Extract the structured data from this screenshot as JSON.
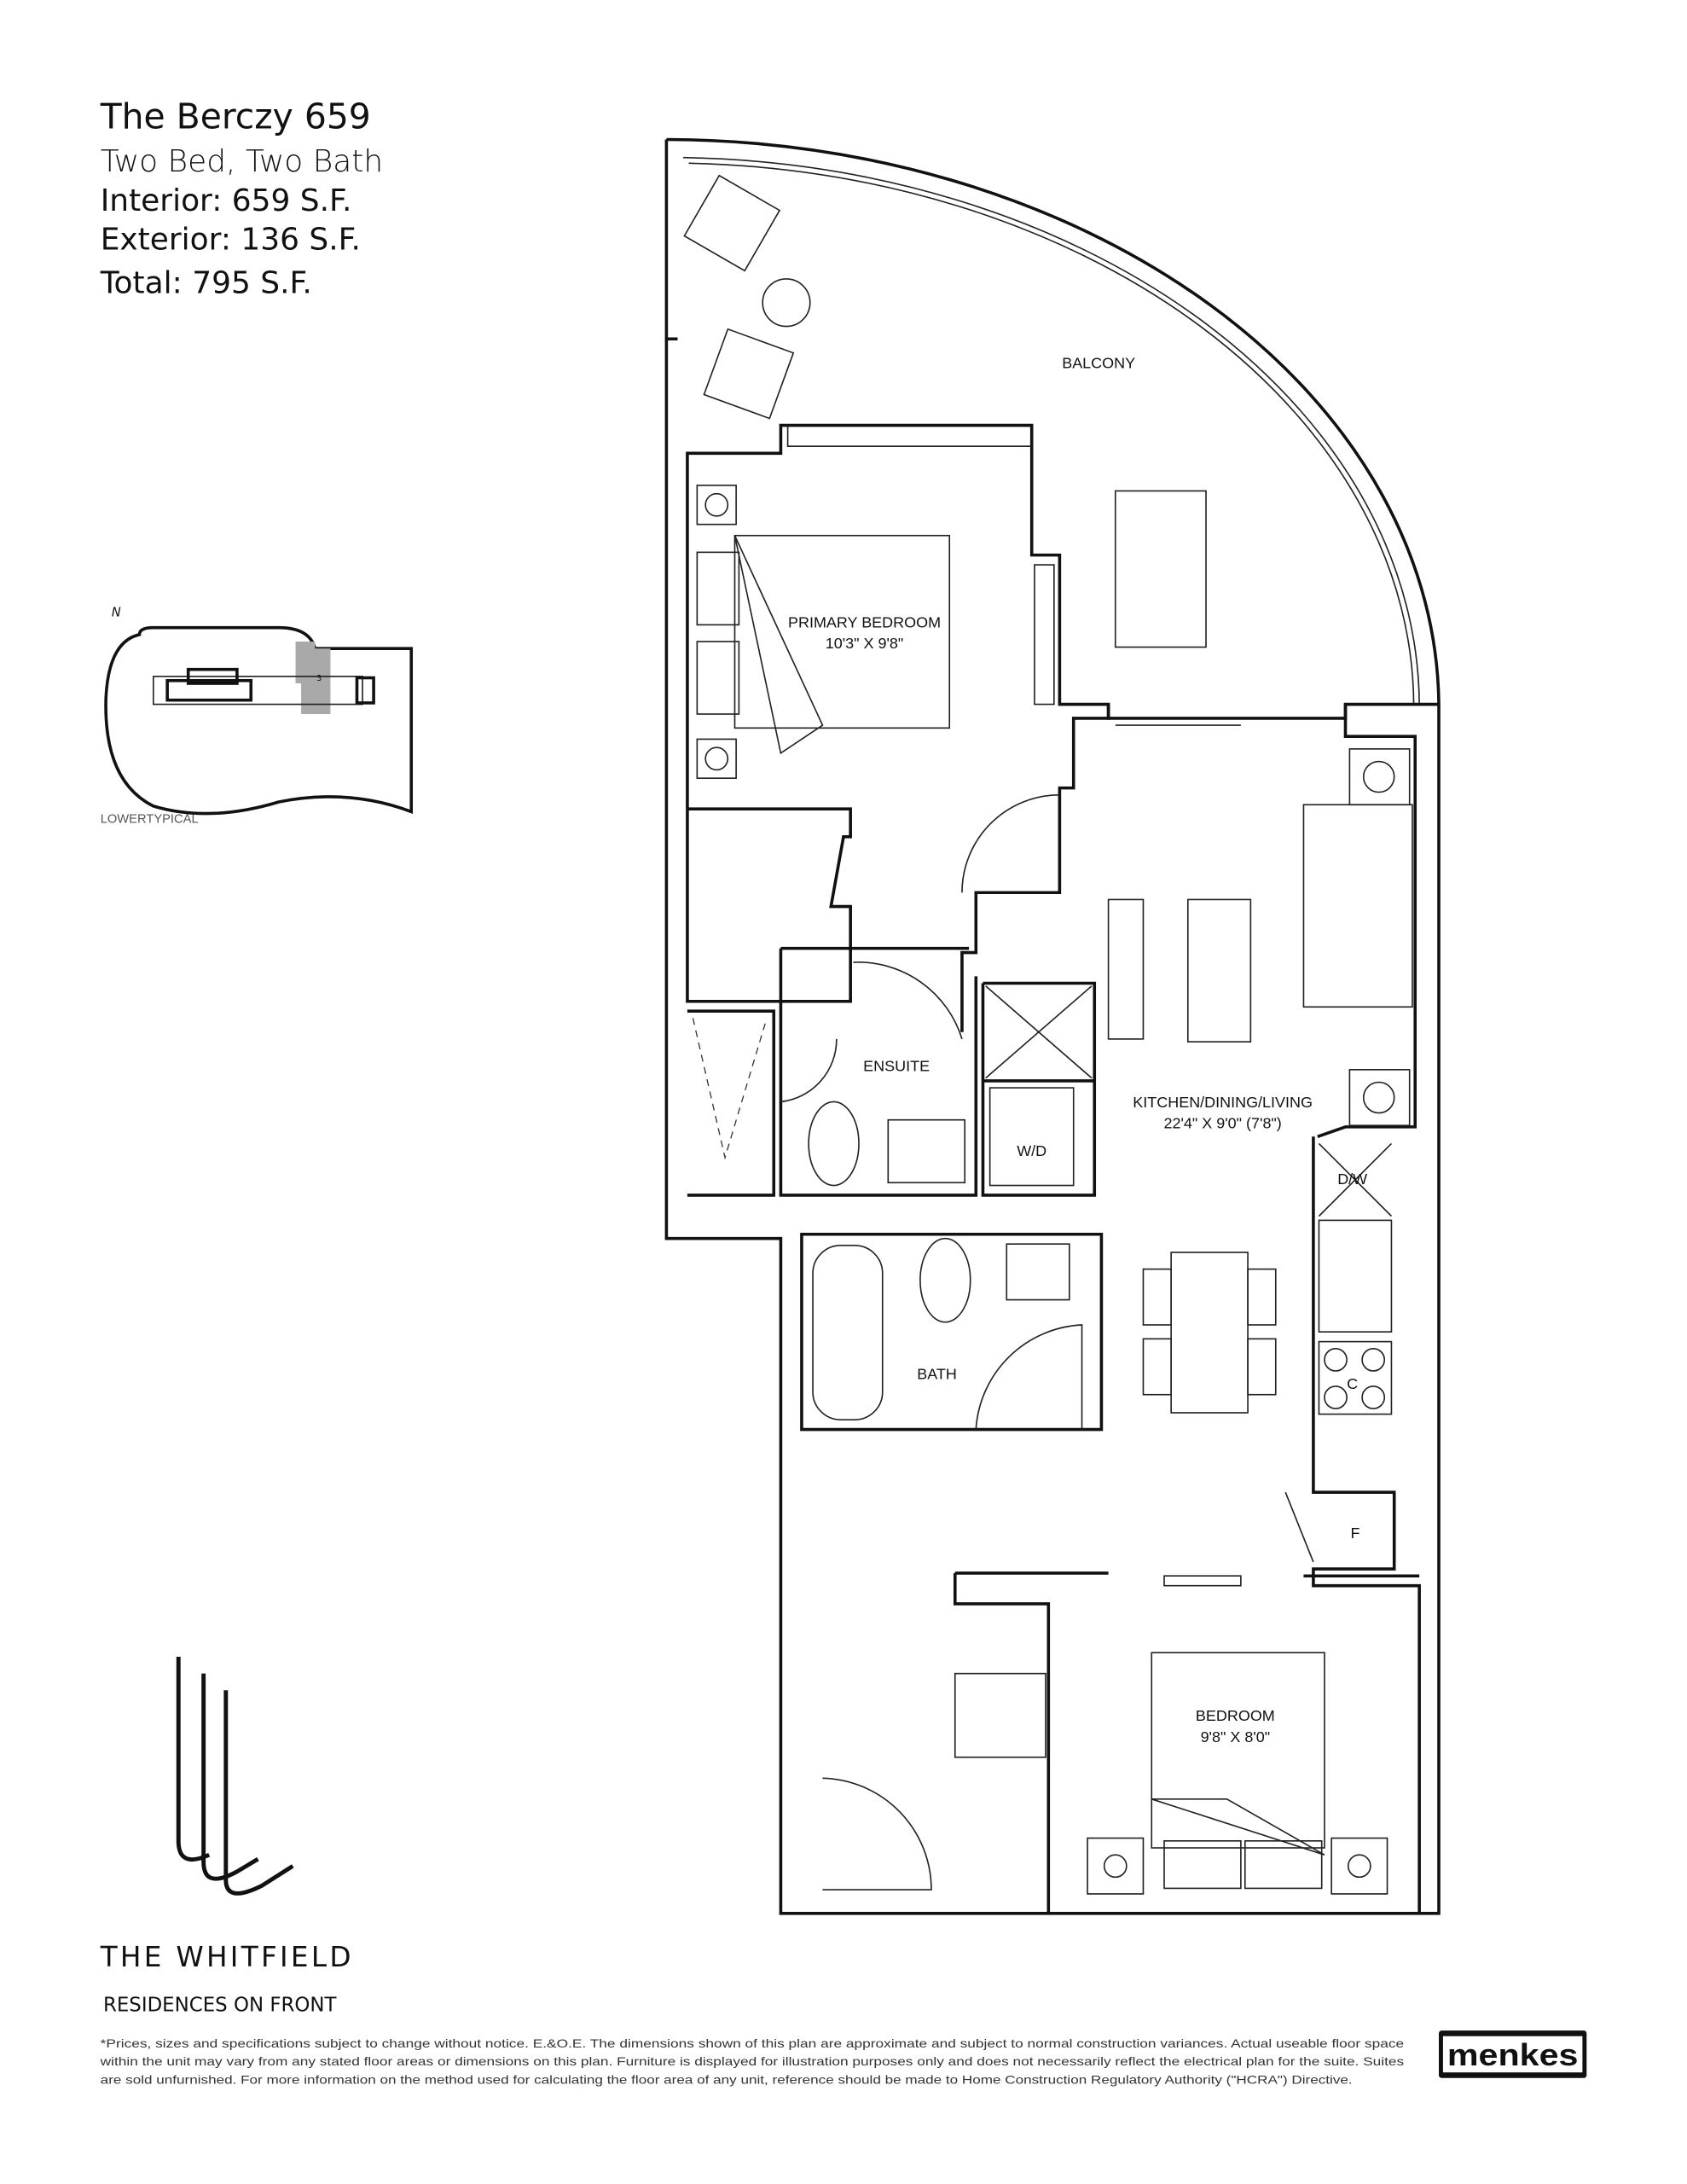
{
  "header": {
    "title": "The Berczy 659",
    "type": "Two Bed, Two Bath",
    "interior": "Interior: 659 S.F.",
    "exterior": "Exterior: 136 S.F.",
    "total": "Total: 795 S.F."
  },
  "keyplan": {
    "north": "N",
    "unit_number": "3",
    "label": "LOWERTYPICAL"
  },
  "rooms": {
    "balcony": "BALCONY",
    "primary_bedroom": "PRIMARY BEDROOM",
    "primary_bedroom_dim": "10'3\" X 9'8\"",
    "ensuite": "ENSUITE",
    "wd": "W/D",
    "kdl": "KITCHEN/DINING/LIVING",
    "kdl_dim": "22'4\" X 9'0\" (7'8\")",
    "dw": "D/W",
    "cooktop": "C",
    "fridge": "F",
    "bath": "BATH",
    "bedroom": "BEDROOM",
    "bedroom_dim": "9'8\" X 8'0\""
  },
  "brand": {
    "name": "THE WHITFIELD",
    "tagline": "RESIDENCES ON FRONT",
    "developer": "menkes"
  },
  "disclaimer": [
    "*Prices, sizes and specifications subject to change without notice. E.&O.E. The dimensions shown of this plan are approximate and subject to normal construction variances. Actual useable floor space",
    "within the unit may vary from any stated floor areas or dimensions on this plan. Furniture is displayed for illustration purposes only and does not necessarily reflect the electrical plan for the suite. Suites",
    "are sold unfurnished. For more information on the method used for calculating the floor area of any unit, reference should be made to Home Construction Regulatory Authority (\"HCRA\") Directive."
  ],
  "colors": {
    "keyplan_highlight": "#a9a9a9",
    "ink": "#111111"
  }
}
